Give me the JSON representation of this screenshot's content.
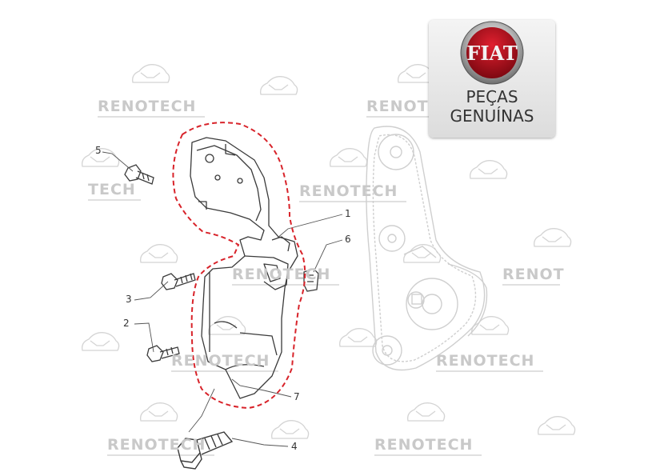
{
  "watermark": {
    "text": "RENOTECH",
    "color": "#c9c9c9"
  },
  "callouts": {
    "p1": "1",
    "p2": "2",
    "p3": "3",
    "p4": "4",
    "p5": "5",
    "p6": "6",
    "p7": "7"
  },
  "badge": {
    "brand": "FIAT",
    "line1": "PEÇAS",
    "line2": "GENUÍNAS",
    "brand_color": "#b30d1d"
  },
  "highlight": {
    "style": "dashed outline",
    "color": "#d8232a"
  }
}
